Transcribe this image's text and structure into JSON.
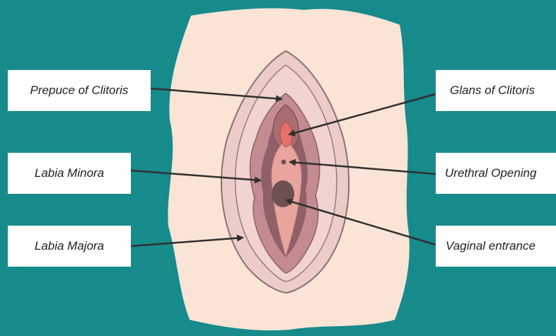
{
  "colors": {
    "background": "#178a8c",
    "paper": "#f9e4d6",
    "outline": "#8c6f72",
    "labia_majora": "#ecccc8",
    "labia_minora": "#c48c90",
    "inner_minora": "#8f6068",
    "vestibule": "#e9a49e",
    "clitoris": "#e8706a",
    "vaginal_opening": "#6d5152",
    "arrow": "#2f2f2f",
    "label_bg": "#ffffff",
    "label_text": "#222222"
  },
  "labels": {
    "prepuce": "Prepuce of Clitoris",
    "minora": "Labia Minora",
    "majora": "Labia Majora",
    "glans": "Glans of Clitoris",
    "urethra": "Urethral Opening",
    "vagina": "Vaginal entrance"
  }
}
